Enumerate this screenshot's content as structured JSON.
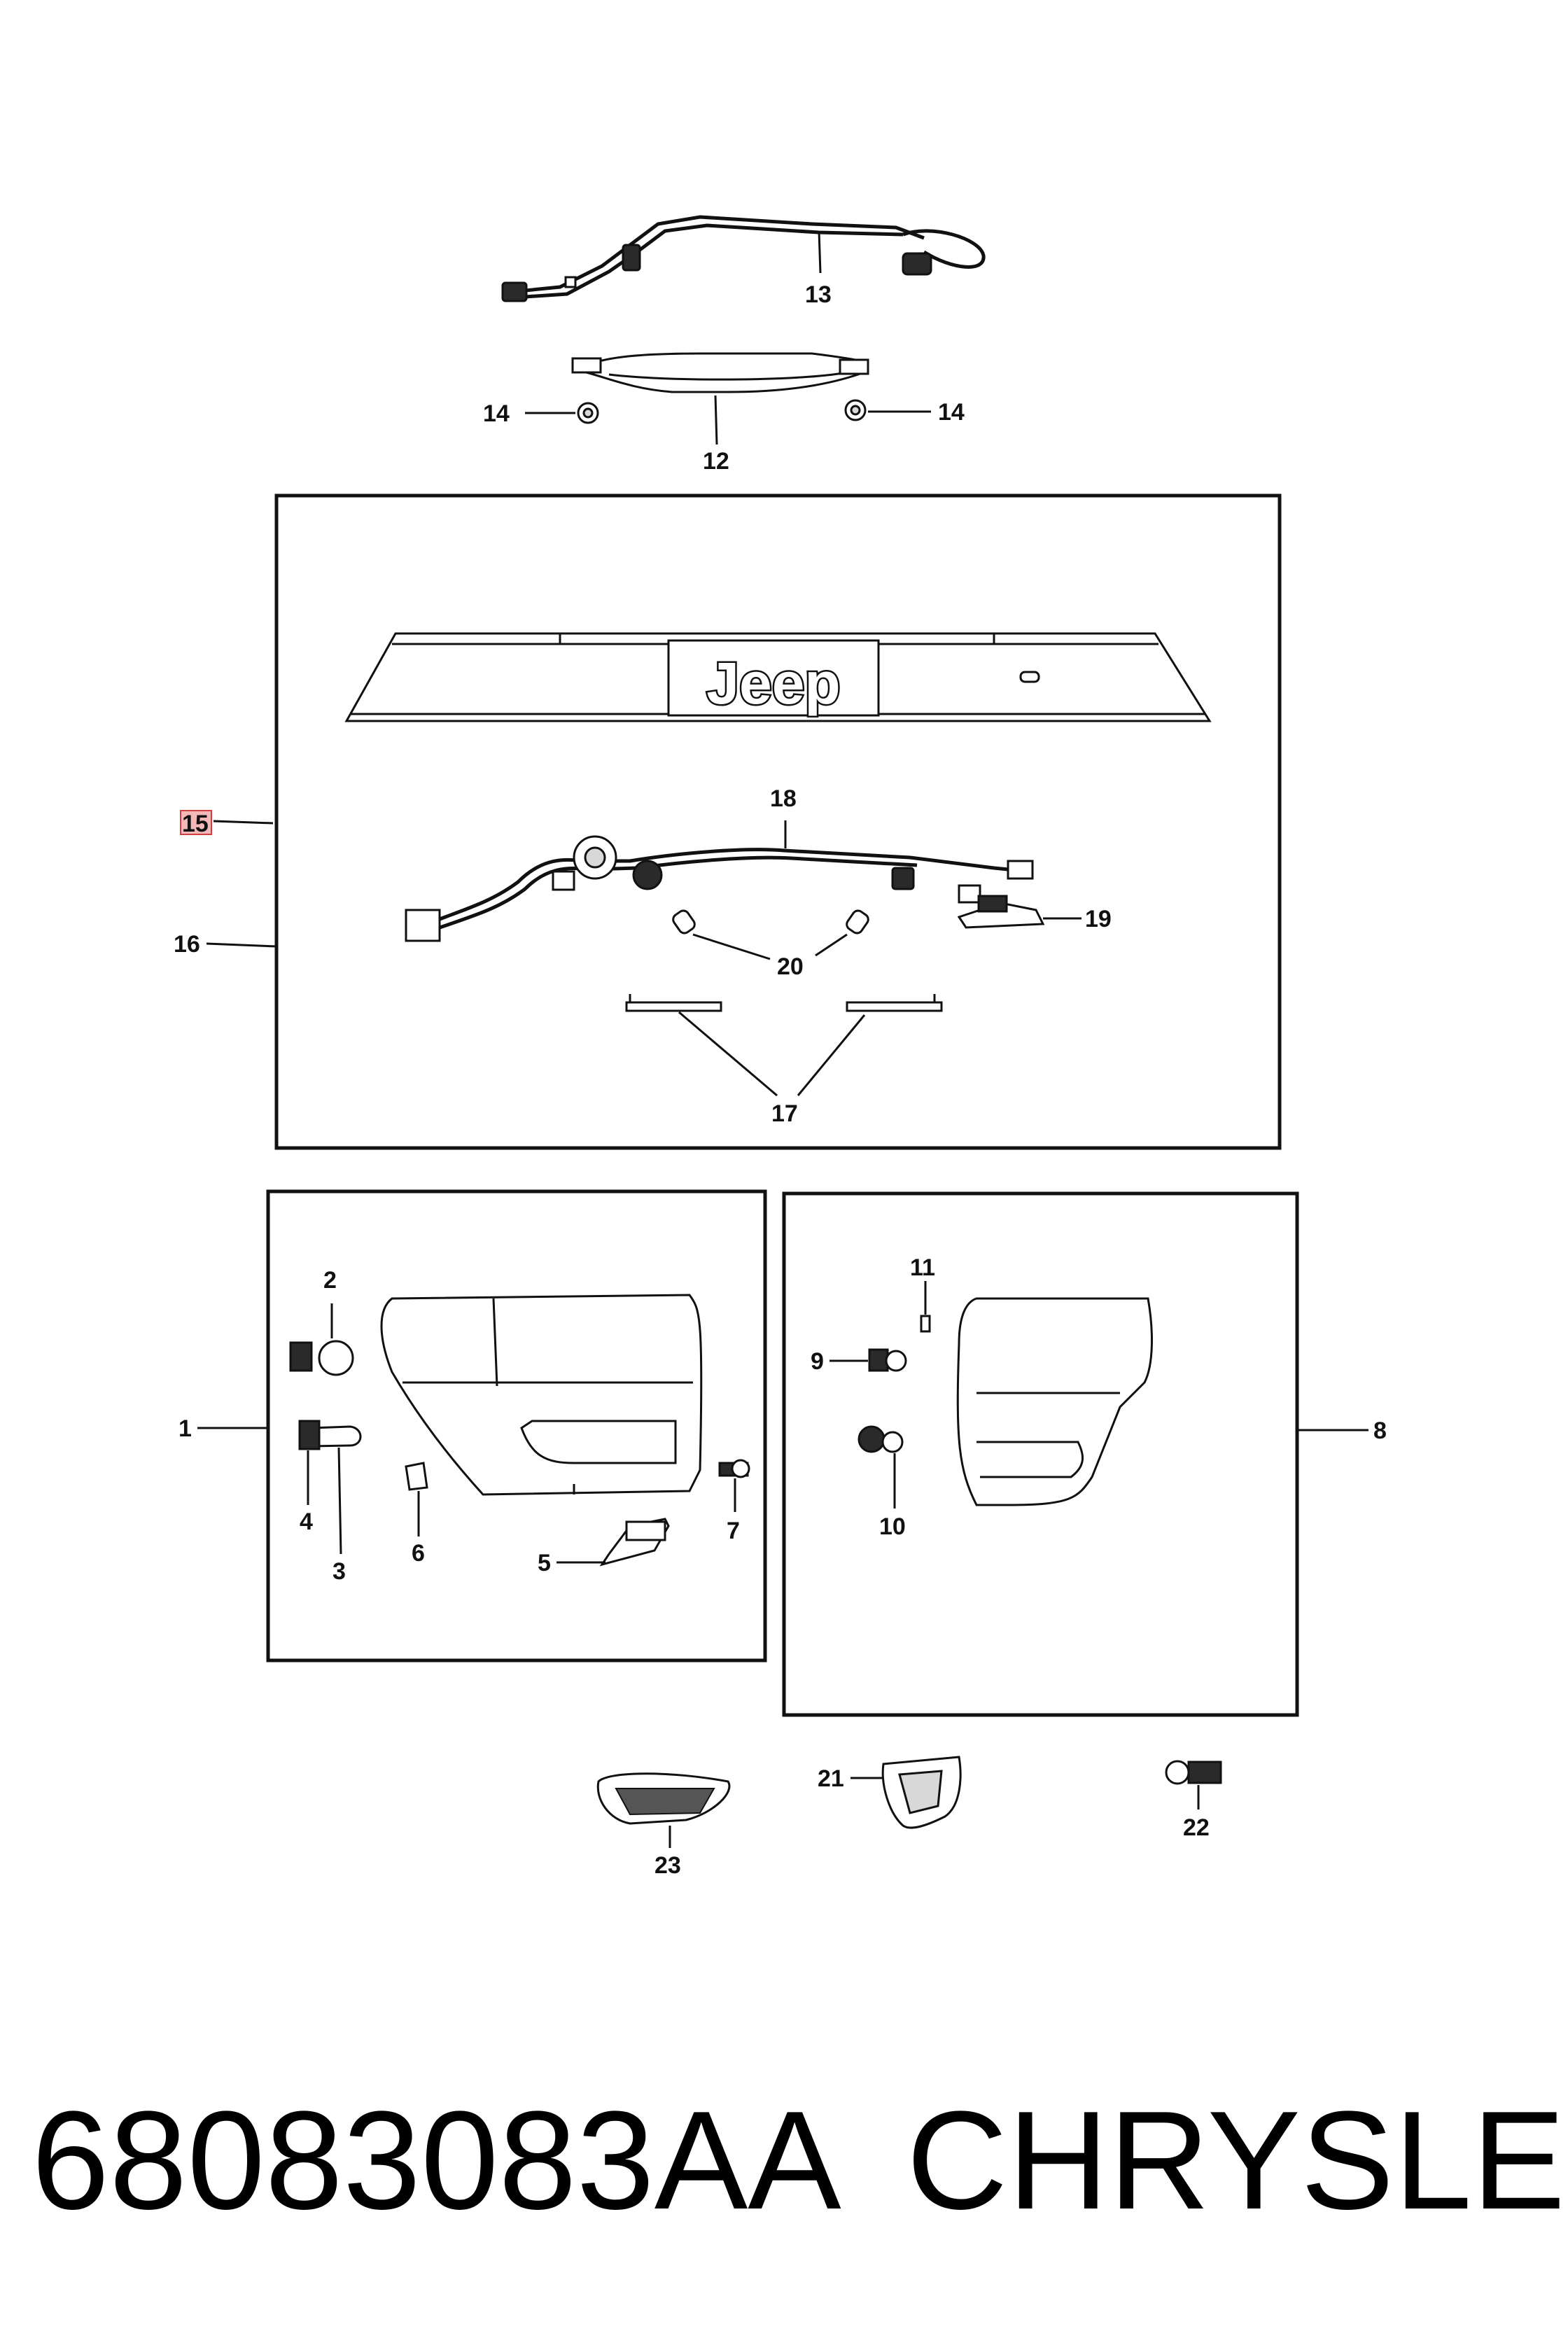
{
  "callouts": {
    "c1": "1",
    "c2": "2",
    "c3": "3",
    "c4": "4",
    "c5": "5",
    "c6": "6",
    "c7": "7",
    "c8": "8",
    "c9": "9",
    "c10": "10",
    "c11": "11",
    "c12": "12",
    "c13": "13",
    "c14a": "14",
    "c14b": "14",
    "c15": "15",
    "c16": "16",
    "c17": "17",
    "c18": "18",
    "c19": "19",
    "c20": "20",
    "c21": "21",
    "c22": "22",
    "c23": "23"
  },
  "emblem_text": "Jeep",
  "footer": {
    "part_number": "68083083AA",
    "brand": "CHRYSLER"
  }
}
